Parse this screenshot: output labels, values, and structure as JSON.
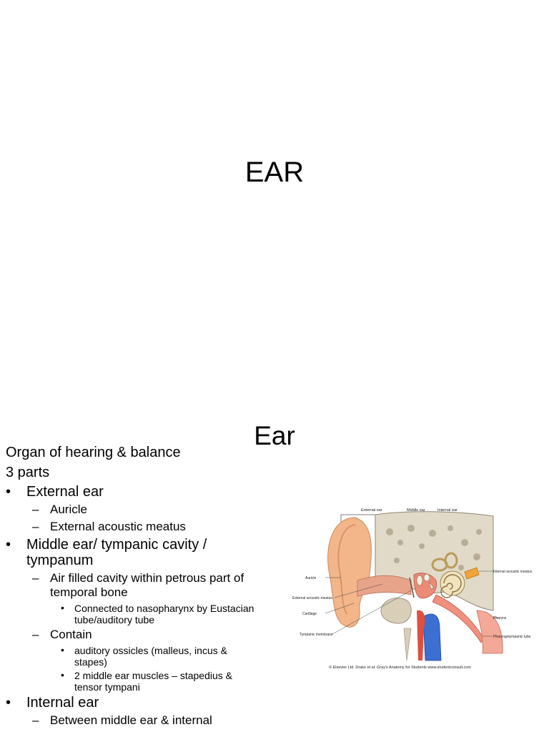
{
  "slide1": {
    "title": "EAR"
  },
  "slide2": {
    "title": "Ear",
    "intro": [
      "Organ of hearing & balance",
      "3 parts"
    ],
    "sections": [
      {
        "label": "External ear",
        "items": [
          {
            "text": "Auricle",
            "sub": []
          },
          {
            "text": "External acoustic meatus",
            "sub": []
          }
        ]
      },
      {
        "label": "Middle ear/ tympanic cavity / tympanum",
        "items": [
          {
            "text": "Air filled cavity within petrous part of temporal bone",
            "sub": [
              "Connected to nasopharynx by Eustacian tube/auditory tube"
            ]
          },
          {
            "text": "Contain",
            "sub": [
              "auditory ossicles (malleus, incus & stapes)",
              "2 middle ear muscles – stapedius & tensor tympani"
            ]
          }
        ]
      },
      {
        "label": "Internal ear",
        "items": [
          {
            "text": "Between middle ear & internal",
            "sub": []
          }
        ]
      }
    ],
    "figure": {
      "header_labels": [
        "External ear",
        "Middle ear",
        "Internal ear"
      ],
      "left_labels": [
        "Auricle",
        "External acoustic meatus",
        "Cartilage",
        "Tympanic membrane"
      ],
      "right_labels": [
        "Internal acoustic meatus",
        "Pharynx",
        "Pharyngotympanic tube"
      ],
      "credit": "© Elsevier Ltd. Drake et al: Gray's Anatomy for Students www.studentconsult.com"
    }
  }
}
